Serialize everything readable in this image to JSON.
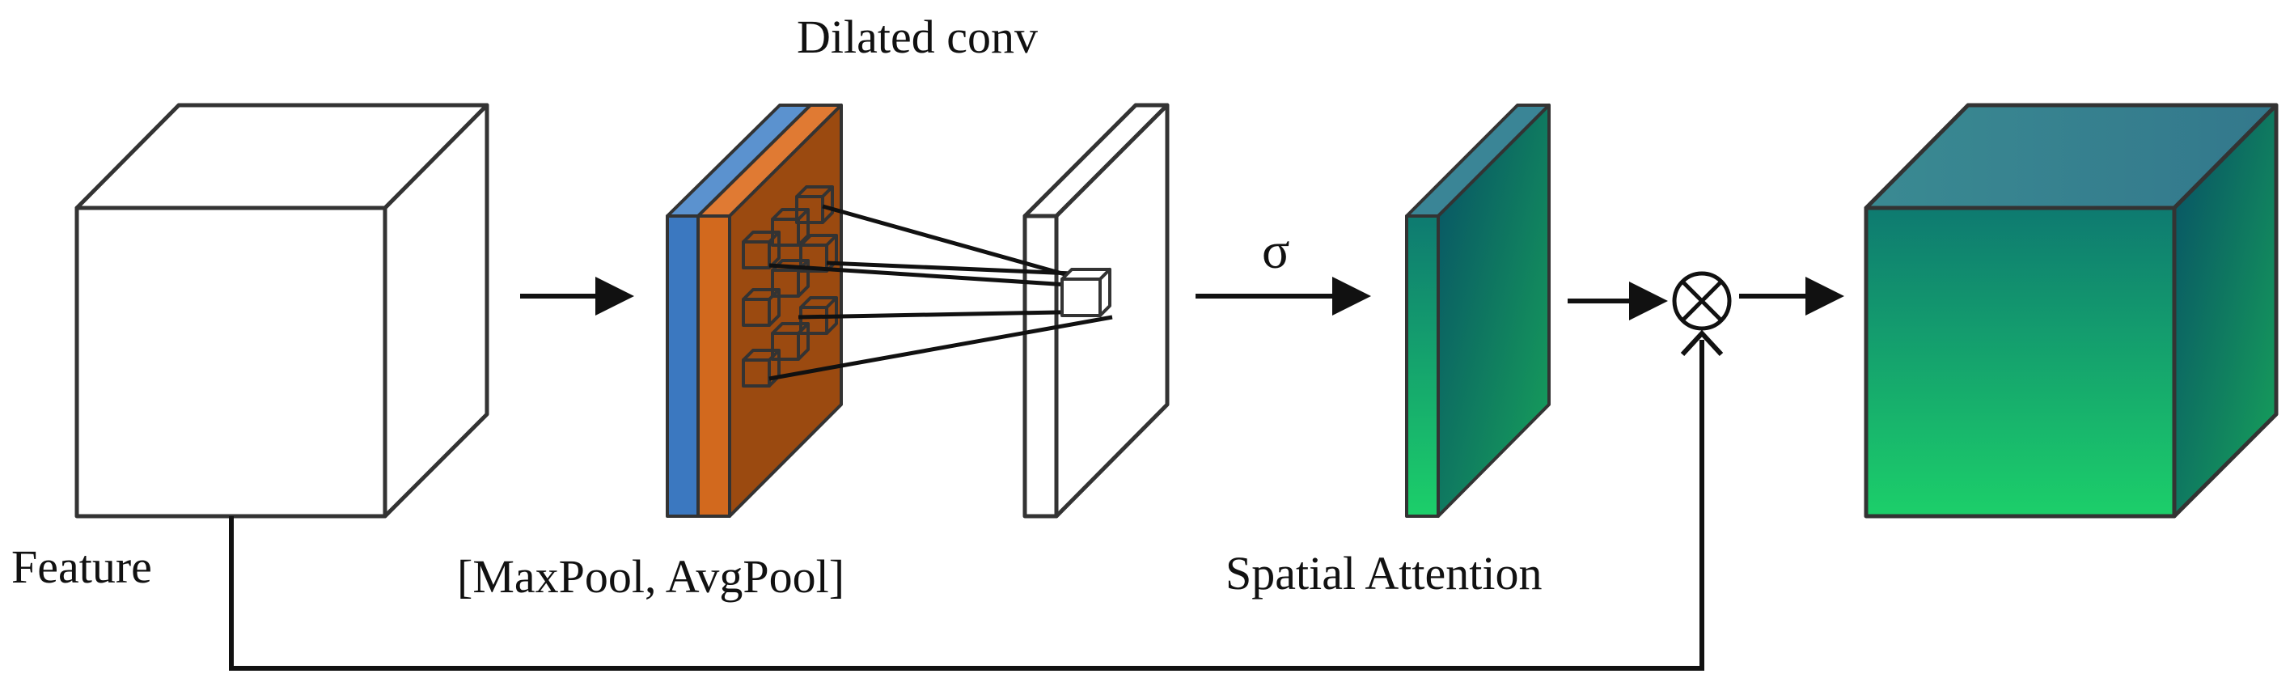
{
  "labels": {
    "dilated_conv": "Dilated conv",
    "feature": "Feature",
    "pool": "[MaxPool, AvgPool]",
    "sigma": "σ",
    "spatial_attention": "Spatial Attention"
  },
  "colors": {
    "stroke": "#333333",
    "maxpool_blue": "#3b78c0",
    "avgpool_orange": "#d2691e",
    "pool_brown": "#9b4a10",
    "attention_dark": "#0a4d63",
    "attention_teal": "#3a8596",
    "attention_green": "#1ccf6a"
  },
  "icons": {
    "multiply": "circle-times-icon"
  }
}
